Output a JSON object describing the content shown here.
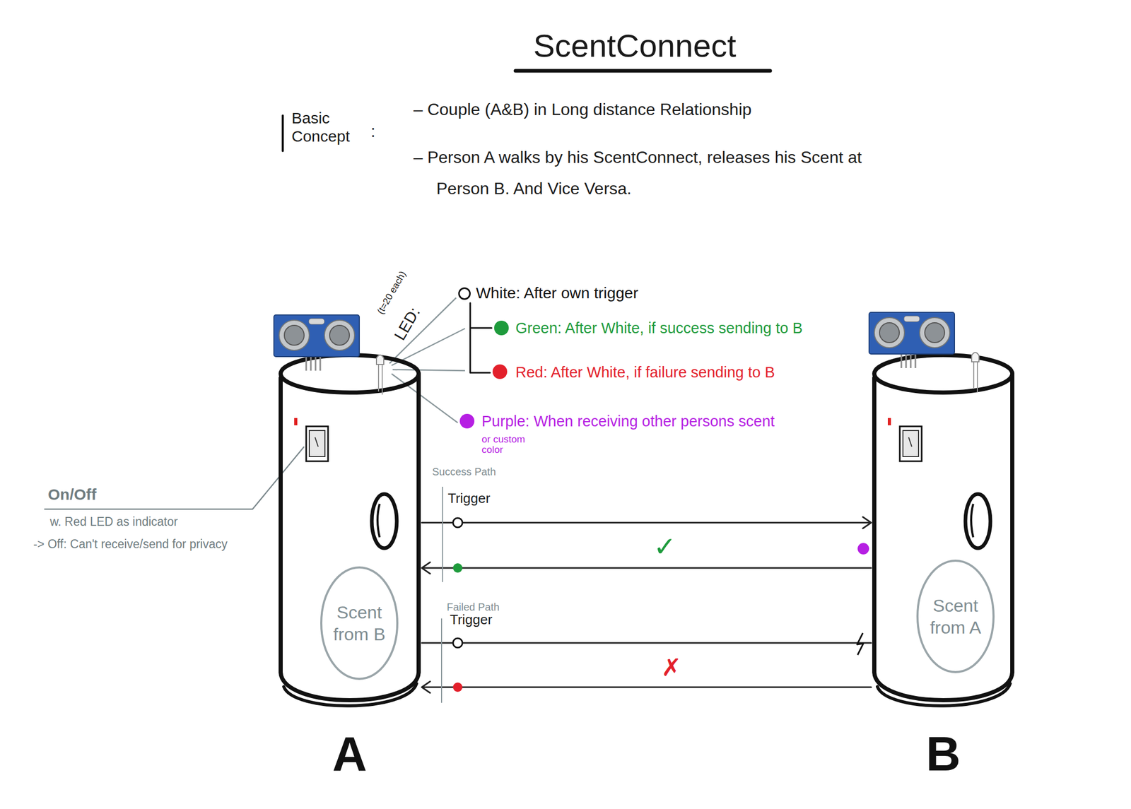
{
  "diagram": {
    "title": "ScentConnect",
    "nodes": [
      {
        "text": [
          "A"
        ]
      },
      {
        "text": [
          "Scent from B"
        ],
        "in": 0
      },
      {
        "text": [
          "B"
        ]
      },
      {
        "text": [
          "Scent from A"
        ],
        "in": 2
      }
    ],
    "edges": [
      {
        "from": 0,
        "to": 2,
        "arrow": "to",
        "label": "Trigger"
      },
      {
        "from": 2,
        "to": 0,
        "arrow": "to",
        "label": "✓"
      },
      {
        "from": 0,
        "to": 2,
        "arrow": "none",
        "label": "Trigger"
      },
      {
        "from": 2,
        "to": 0,
        "arrow": "to",
        "label": "✗"
      }
    ],
    "labels": [
      "Basic Concept",
      ":",
      "– Couple (A&B) in Long distance Relationship",
      "– Person A walks by his ScentConnect, releases his Scent at Person B. And Vice Versa.",
      "(t=20 each)",
      "LED:",
      "or custom color",
      "Success Path",
      "Failed Path",
      "On/Off",
      "w. Red LED as indicator",
      "-> Off: Can't receive/send for privacy"
    ],
    "legend": [
      {
        "text": "White: After own trigger",
        "color": "#ffffff"
      },
      {
        "text": "Green: After White, if success sending to B",
        "color": "#1e9b3c"
      },
      {
        "text": "Red: After White, if failure sending to B",
        "color": "#e3202b"
      },
      {
        "text": "Purple: When receiving other persons scent",
        "color": "#b61fe3"
      }
    ]
  }
}
